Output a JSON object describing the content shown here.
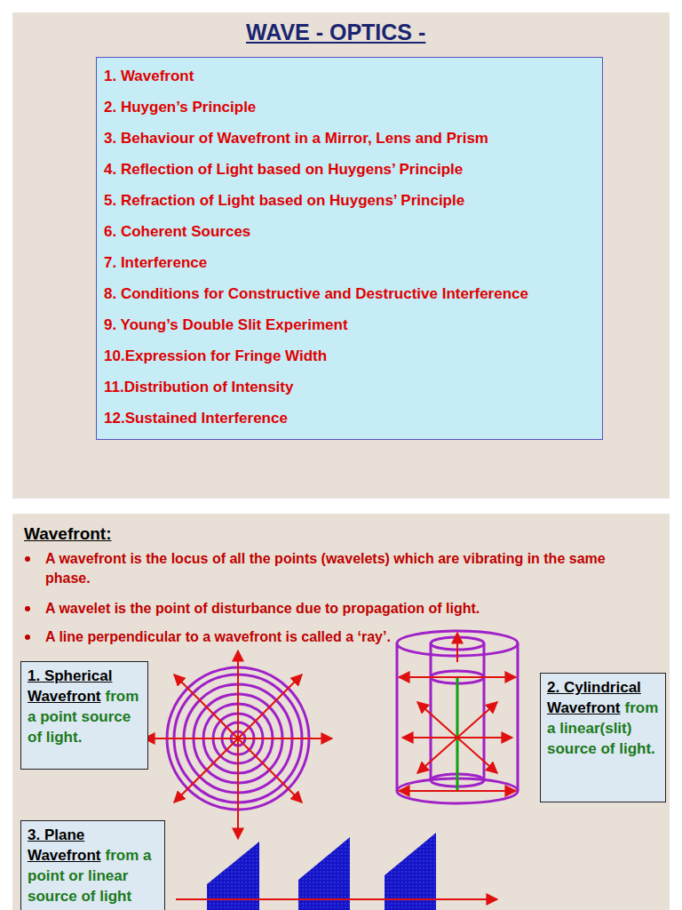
{
  "diagram": {
    "title": "WAVE - OPTICS -",
    "nodes": [
      {
        "text": [
          "1. Wavefront",
          "2. Huygen’s Principle",
          "3. Behaviour of Wavefront in a Mirror, Lens and Prism",
          "4. Reflection of Light based on Huygens’ Principle",
          "5. Refraction of Light based on Huygens’ Principle",
          "6. Coherent Sources",
          "7. Interference",
          "8. Conditions for Constructive and Destructive Interference",
          "9. Young’s Double Slit Experiment",
          "10.Expression for Fringe Width",
          "11.Distribution of Intensity",
          "12.Sustained Interference"
        ]
      },
      {
        "text": [
          "1. Spherical Wavefront",
          "from a point source of light."
        ]
      },
      {
        "text": [
          "2. Cylindrical Wavefront",
          "from a linear(slit) source of light."
        ]
      },
      {
        "text": [
          "3. Plane Wavefront",
          "from a point or linear source of light"
        ]
      }
    ],
    "labels": [
      "Wavefront:",
      "A wavefront is the locus of all the points (wavelets) which are vibrating in the same phase.",
      "A wavelet is the point of disturbance due to propagation of light.",
      "A line perpendicular to a wavefront is called a ‘ray’."
    ]
  }
}
